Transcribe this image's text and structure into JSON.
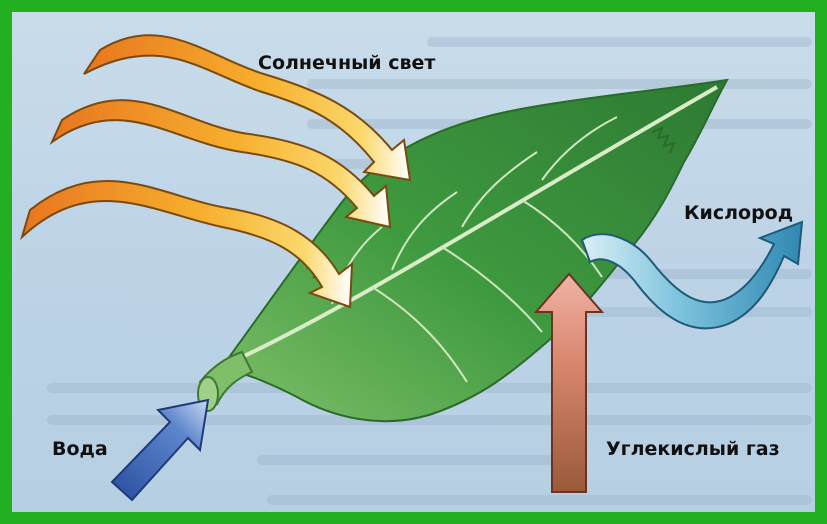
{
  "labels": {
    "sunlight": "Солнечный свет",
    "oxygen": "Кислород",
    "water": "Вода",
    "co2": "Углекислый газ"
  },
  "colors": {
    "frame": "#22b022",
    "leaf": "#3e9a3c",
    "sun_arrow": "#f5a623",
    "oxygen_arrow": "#4aa6c6",
    "co2_arrow": "#d88a7a",
    "water_arrow": "#3f67b8"
  }
}
